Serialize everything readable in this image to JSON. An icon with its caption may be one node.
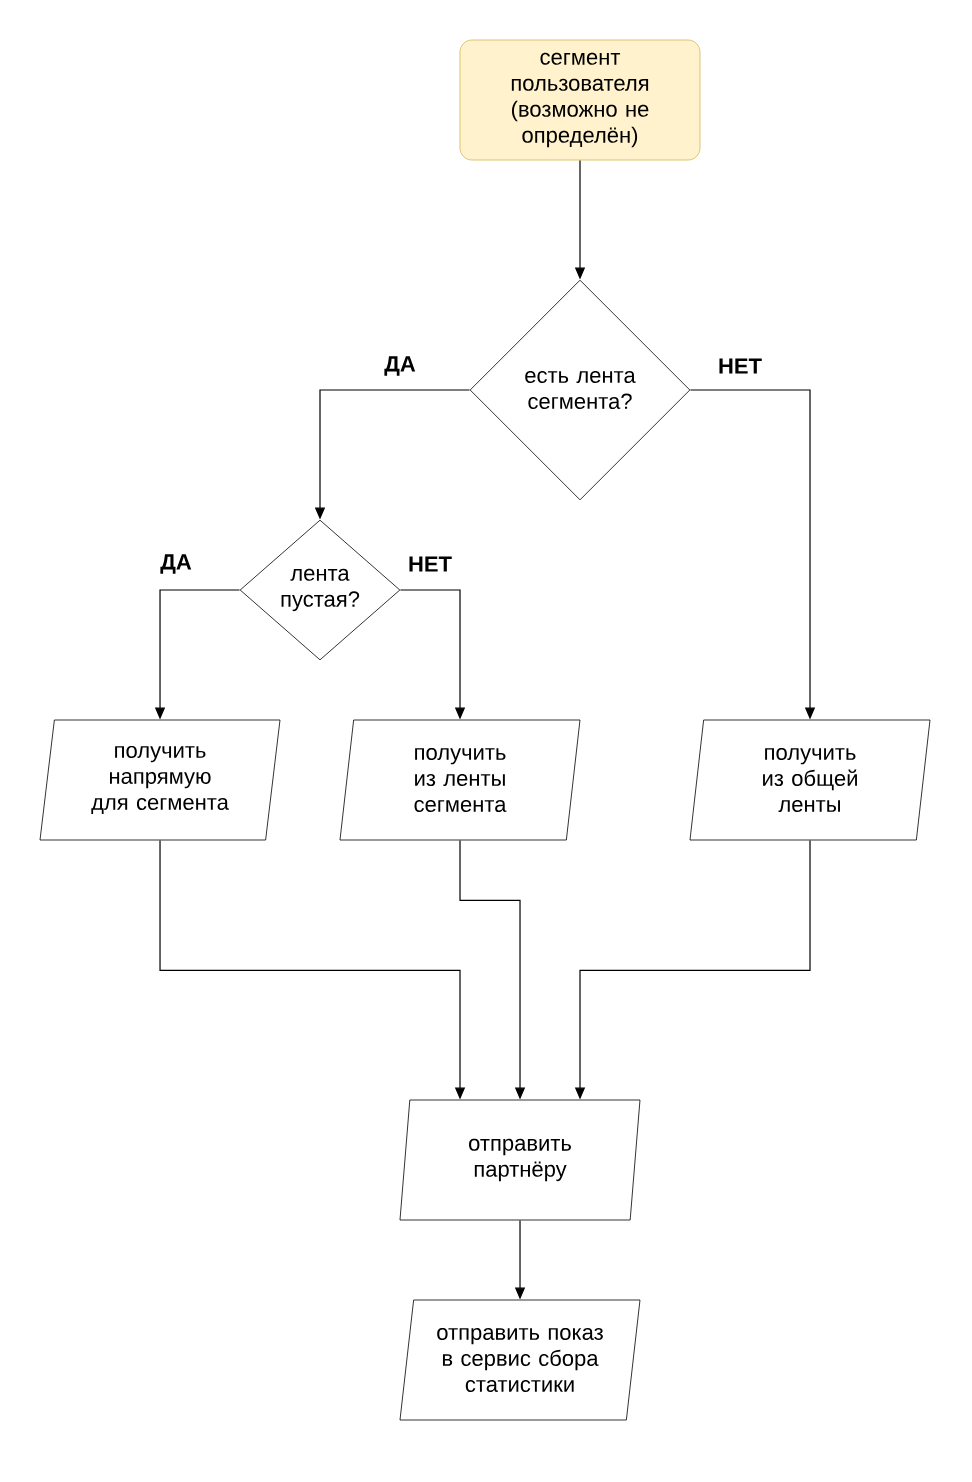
{
  "diagram": {
    "nodes": [
      {
        "text": [
          "сегмент пользователя (возможно не определён)"
        ]
      },
      {
        "text": [
          "есть лента сегмента?"
        ]
      },
      {
        "text": [
          "лента пустая?"
        ]
      },
      {
        "text": [
          "получить напрямую для сегмента"
        ]
      },
      {
        "text": [
          "получить из ленты сегмента"
        ]
      },
      {
        "text": [
          "получить из общей ленты"
        ]
      },
      {
        "text": [
          "отправить партнёру"
        ]
      },
      {
        "text": [
          "отправить показ в сервис сбора статистики"
        ]
      }
    ],
    "edges": [
      {
        "from": 0,
        "to": 1,
        "arrow": "to"
      },
      {
        "from": 1,
        "to": 2,
        "arrow": "to",
        "label": "ДА"
      },
      {
        "from": 1,
        "to": 5,
        "arrow": "to",
        "label": "НЕТ"
      },
      {
        "from": 2,
        "to": 3,
        "arrow": "to",
        "label": "ДА"
      },
      {
        "from": 2,
        "to": 4,
        "arrow": "to",
        "label": "НЕТ"
      },
      {
        "from": 3,
        "to": 6,
        "arrow": "to"
      },
      {
        "from": 4,
        "to": 6,
        "arrow": "to"
      },
      {
        "from": 5,
        "to": 6,
        "arrow": "to"
      },
      {
        "from": 6,
        "to": 7,
        "arrow": "to"
      }
    ]
  }
}
